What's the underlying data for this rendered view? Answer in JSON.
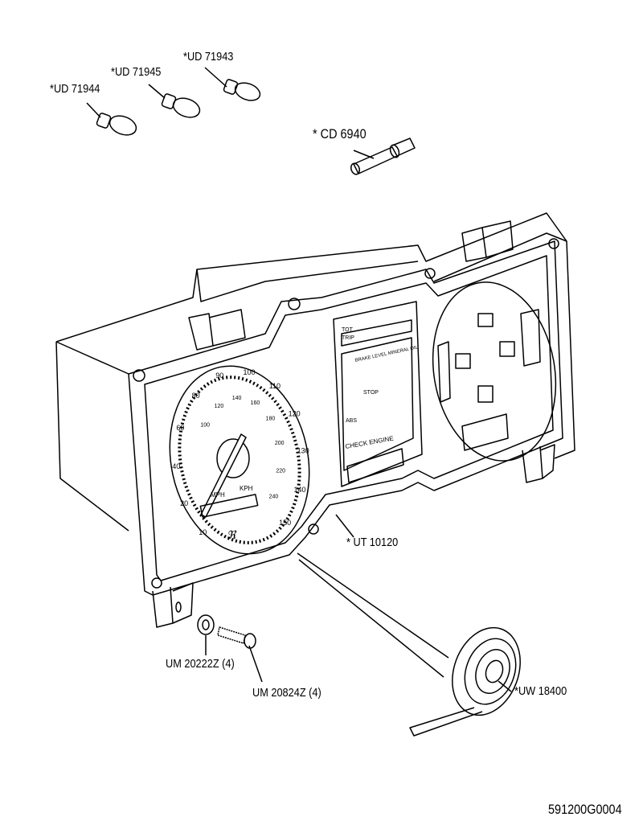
{
  "callouts": {
    "bulb_1": "*UD 71943",
    "bulb_2": "*UD 71945",
    "bulb_3": "*UD 71944",
    "pin": "* CD 6940",
    "cluster": "* UT 10120",
    "washer": "UM 20222Z (4)",
    "screw": "UM 20824Z (4)",
    "tape": "*UW 18400"
  },
  "figure_id": "591200G0004",
  "panel": {
    "odometer": "TOT",
    "trip": "TRIP",
    "brake_warning": "BRAKE LEVEL MINERAL OIL",
    "stop": "STOP",
    "abs": "ABS",
    "check_engine": "CHECK ENGINE"
  },
  "speedometer": {
    "mph_label": "MPH",
    "kph_label": "KPH",
    "mph_ticks": [
      "10",
      "20",
      "40",
      "60",
      "80",
      "90",
      "100",
      "110",
      "120",
      "130",
      "140",
      "150"
    ],
    "kph_ticks": [
      "100",
      "120",
      "140",
      "160",
      "180",
      "200",
      "220",
      "240"
    ]
  }
}
